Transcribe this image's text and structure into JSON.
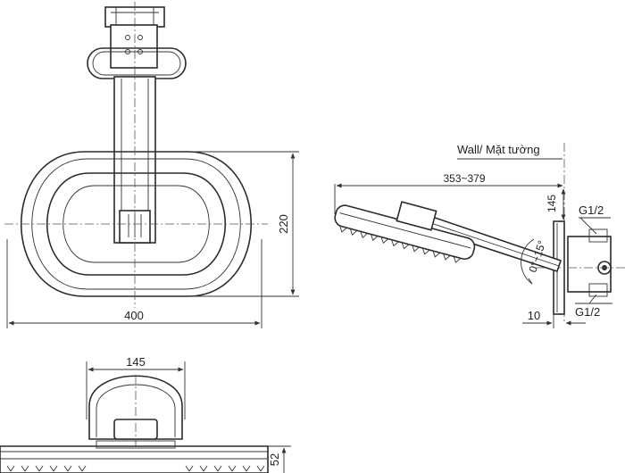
{
  "labels": {
    "width_front": "400",
    "height_front": "220",
    "arm_length": "353~379",
    "wall_label": "Wall/ Mặt tường",
    "bracket_height": "145",
    "thread_top": "G1/2",
    "thread_bottom": "G1/2",
    "flange_depth": "10",
    "angle": "0°~15°",
    "bottom_width": "145",
    "thickness": "52"
  }
}
